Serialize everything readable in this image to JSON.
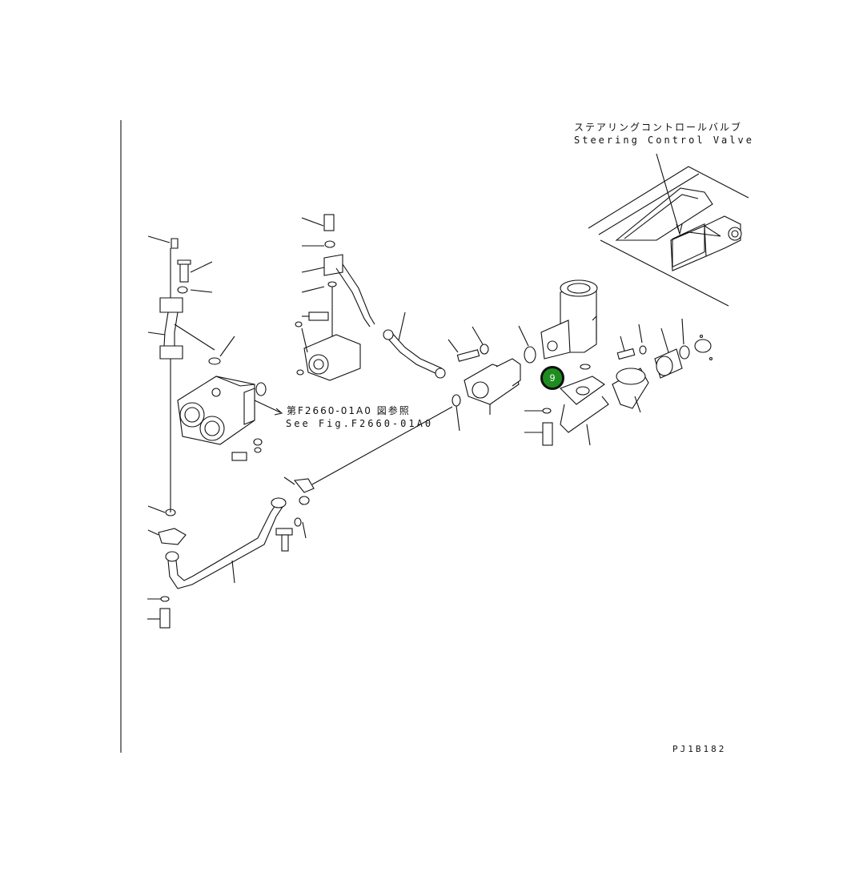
{
  "diagram": {
    "callout_steering_jp": "ステアリングコントロールバルブ",
    "callout_steering_en": "Steering Control Valve",
    "reference_jp": "第F2660-01A0 図参照",
    "reference_en": "See Fig.F2660-01A0",
    "drawing_code": "PJ1B182",
    "hotspot_label": "9",
    "accent_color": "#1f8c1f"
  }
}
